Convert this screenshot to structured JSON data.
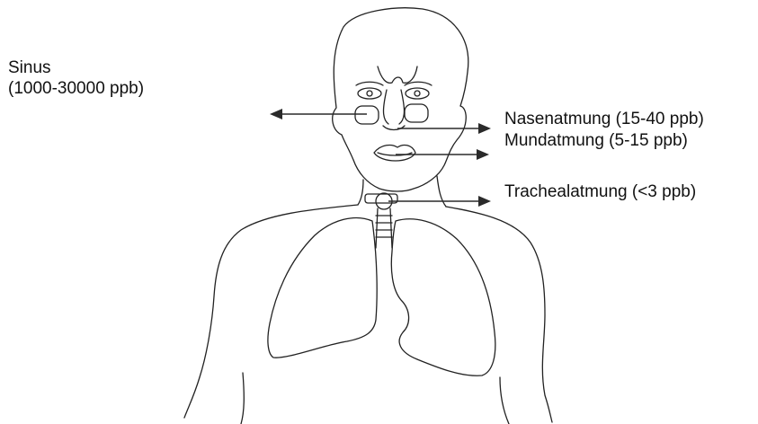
{
  "labels": {
    "sinus_title": "Sinus",
    "sinus_range": "(1000-30000 ppb)",
    "nose": "Nasenatmung (15-40 ppb)",
    "mouth": "Mundatmung (5-15 ppb)",
    "trachea": "Trachealatmung (<3 ppb)"
  },
  "colors": {
    "line": "#222222",
    "text": "#111111",
    "background": "#ffffff"
  }
}
